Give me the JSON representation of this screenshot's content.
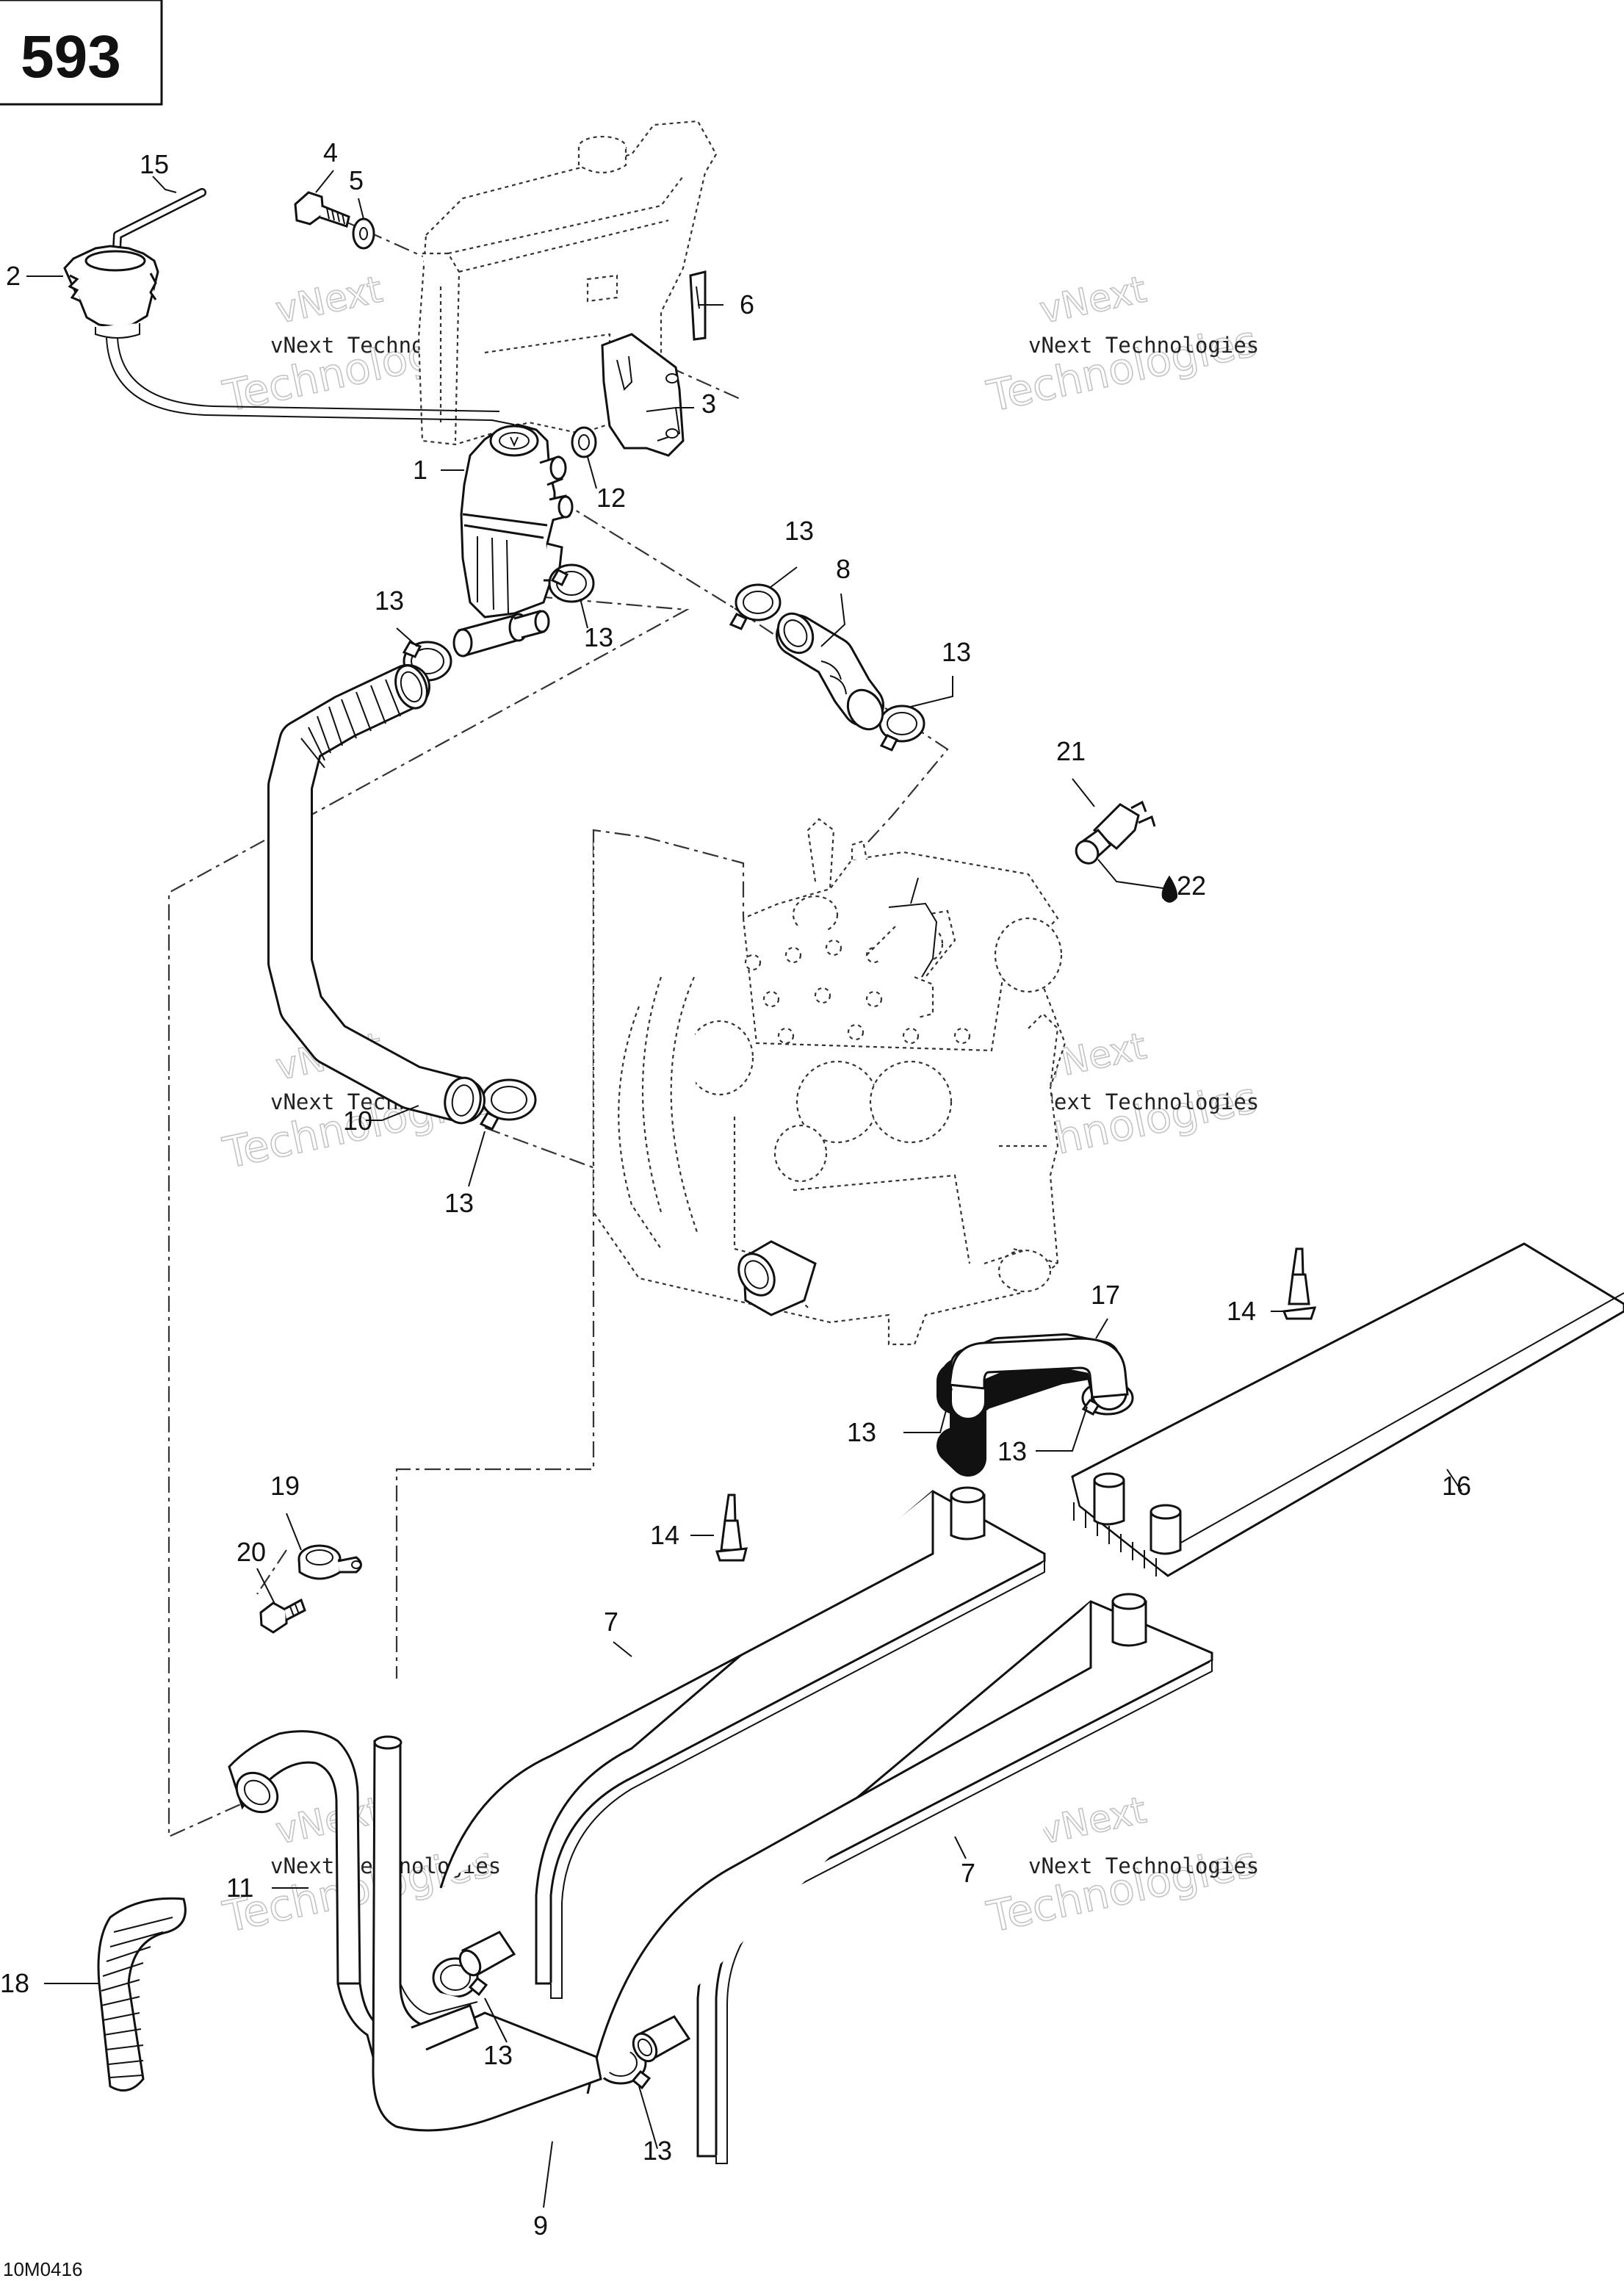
{
  "page_number": "593",
  "drawing_code": "10M0416",
  "watermark": {
    "line1": "vNext Technologies",
    "line2a": "vNext",
    "line2b": "Technologies"
  },
  "callouts": [
    {
      "id": "c1",
      "label": "1"
    },
    {
      "id": "c2",
      "label": "2"
    },
    {
      "id": "c3",
      "label": "3"
    },
    {
      "id": "c4",
      "label": "4"
    },
    {
      "id": "c5",
      "label": "5"
    },
    {
      "id": "c6",
      "label": "6"
    },
    {
      "id": "c7a",
      "label": "7"
    },
    {
      "id": "c7b",
      "label": "7"
    },
    {
      "id": "c8",
      "label": "8"
    },
    {
      "id": "c9",
      "label": "9"
    },
    {
      "id": "c10",
      "label": "10"
    },
    {
      "id": "c11",
      "label": "11"
    },
    {
      "id": "c12",
      "label": "12"
    },
    {
      "id": "c13a",
      "label": "13"
    },
    {
      "id": "c13b",
      "label": "13"
    },
    {
      "id": "c13c",
      "label": "13"
    },
    {
      "id": "c13d",
      "label": "13"
    },
    {
      "id": "c13e",
      "label": "13"
    },
    {
      "id": "c13f",
      "label": "13"
    },
    {
      "id": "c13g",
      "label": "13"
    },
    {
      "id": "c13h",
      "label": "13"
    },
    {
      "id": "c13i",
      "label": "13"
    },
    {
      "id": "c13j",
      "label": "13"
    },
    {
      "id": "c14a",
      "label": "14"
    },
    {
      "id": "c14b",
      "label": "14"
    },
    {
      "id": "c15",
      "label": "15"
    },
    {
      "id": "c16",
      "label": "16"
    },
    {
      "id": "c17",
      "label": "17"
    },
    {
      "id": "c18",
      "label": "18"
    },
    {
      "id": "c19",
      "label": "19"
    },
    {
      "id": "c20",
      "label": "20"
    },
    {
      "id": "c21",
      "label": "21"
    },
    {
      "id": "c22",
      "label": "22"
    }
  ]
}
